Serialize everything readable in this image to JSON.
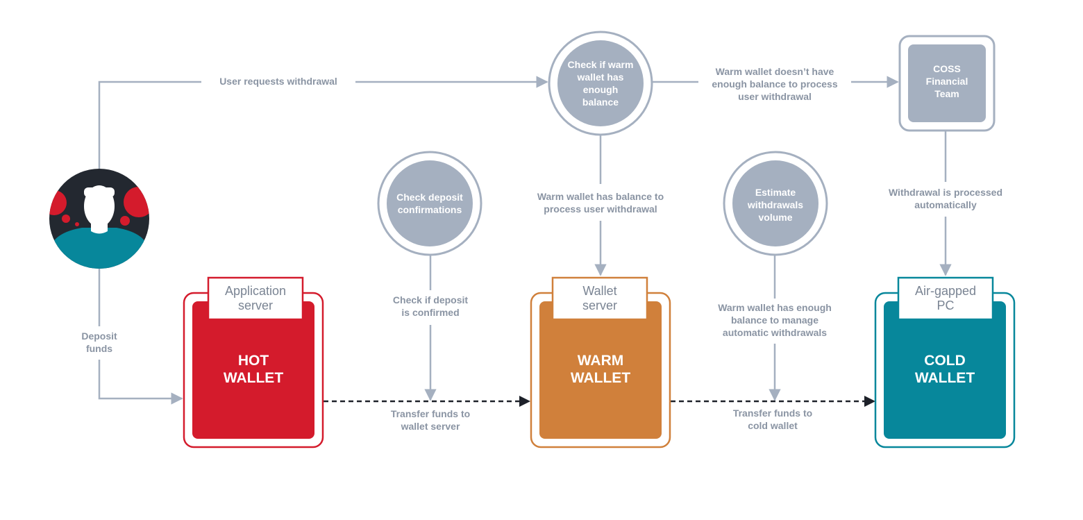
{
  "colors": {
    "line": "#a5b0c0",
    "node_grey": "#a5b0c0",
    "hot": "#d41b2c",
    "warm": "#d0803b",
    "cold": "#07879b",
    "text": "#8a94a3",
    "arrow_dark": "#1d2129"
  },
  "user": {
    "icon": "user-avatar-icon"
  },
  "nodes": {
    "check_warm": "Check if warm\nwallet has\nenough\nbalance",
    "coss_team": "COSS\nFinancial\nTeam",
    "check_deposit": "Check deposit\nconfirmations",
    "estimate_volume": "Estimate\nwithdrawals\nvolume"
  },
  "edge_labels": {
    "user_requests": "User requests withdrawal",
    "warm_not_enough": "Warm wallet doesn’t have\nenough balance to process\nuser withdrawal",
    "warm_has_balance": "Warm wallet has balance to\nprocess user withdrawal",
    "withdrawal_auto": "Withdrawal is processed\nautomatically",
    "deposit_funds": "Deposit\nfunds",
    "check_confirmed": "Check if deposit\nis confirmed",
    "warm_enough_manage": "Warm wallet has enough\nbalance to manage\nautomatic withdrawals",
    "transfer_wallet_server": "Transfer funds to\nwallet server",
    "transfer_cold": "Transfer funds to\ncold wallet"
  },
  "wallets": {
    "hot": {
      "tab": "Application\nserver",
      "name": "HOT\nWALLET"
    },
    "warm": {
      "tab": "Wallet\nserver",
      "name": "WARM\nWALLET"
    },
    "cold": {
      "tab": "Air-gapped\nPC",
      "name": "COLD\nWALLET"
    }
  }
}
